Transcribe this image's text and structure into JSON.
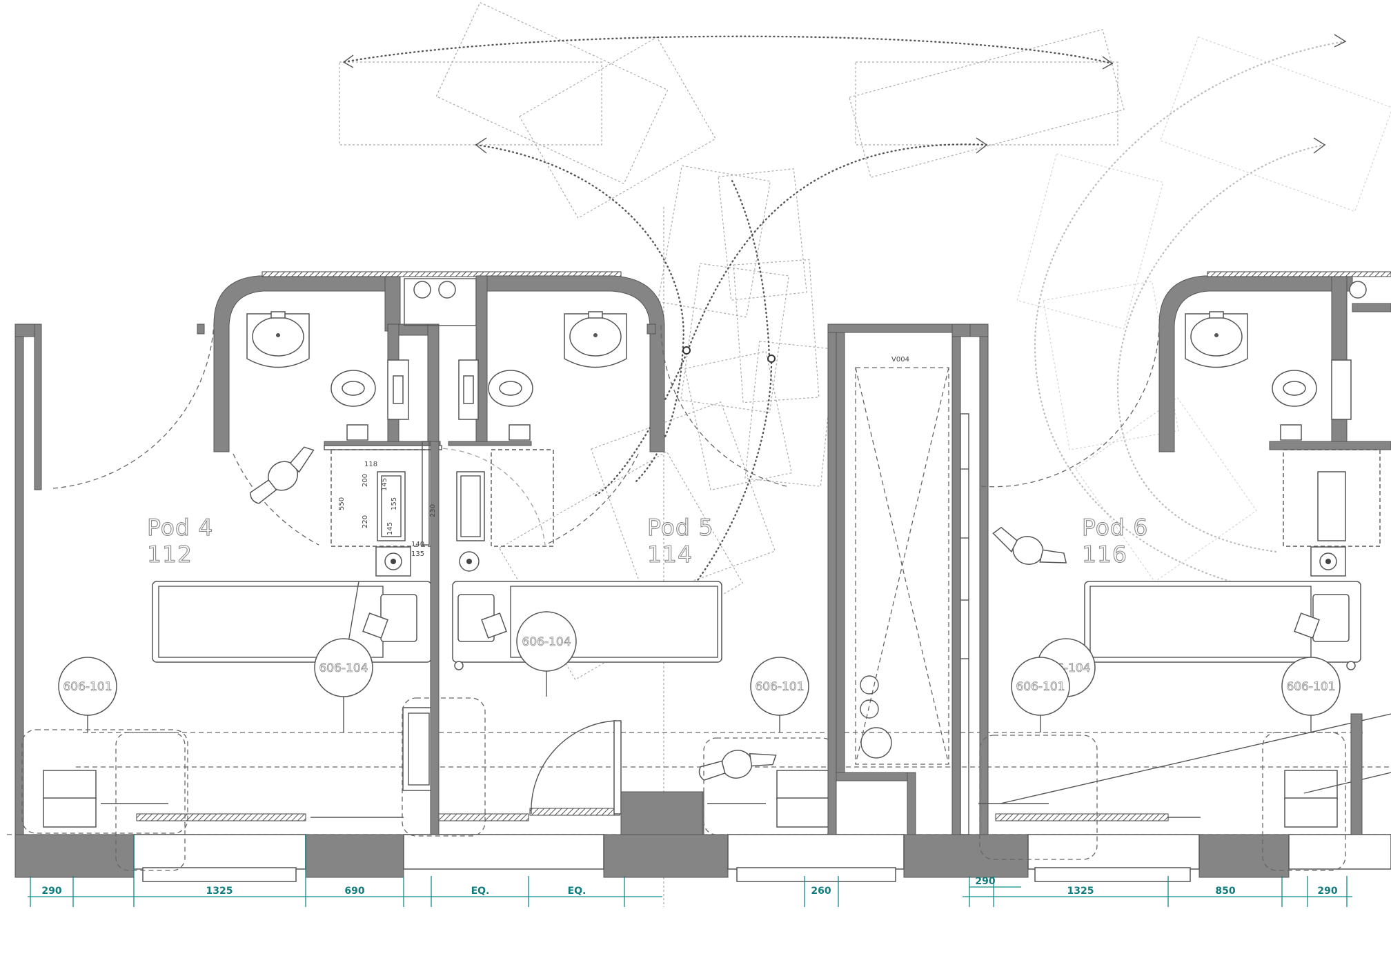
{
  "pods": [
    {
      "name": "Pod 4",
      "number": "112"
    },
    {
      "name": "Pod 5",
      "number": "114"
    },
    {
      "name": "Pod 6",
      "number": "116"
    }
  ],
  "tags": [
    "606-101",
    "606-104",
    "606-104",
    "606-101",
    "606-101",
    "606-104",
    "606-101"
  ],
  "room_label": "V004",
  "dimensions": [
    "290",
    "1325",
    "690",
    "EQ.",
    "EQ.",
    "260",
    "290",
    "1325",
    "850",
    "290"
  ],
  "detail_dims": [
    "118",
    "200",
    "550",
    "145",
    "155",
    "220",
    "145",
    "140",
    "135",
    "230"
  ],
  "colors": {
    "wall": "#858585",
    "dimension": "#0e8c8c",
    "text_outline": "#8a8a8a"
  }
}
